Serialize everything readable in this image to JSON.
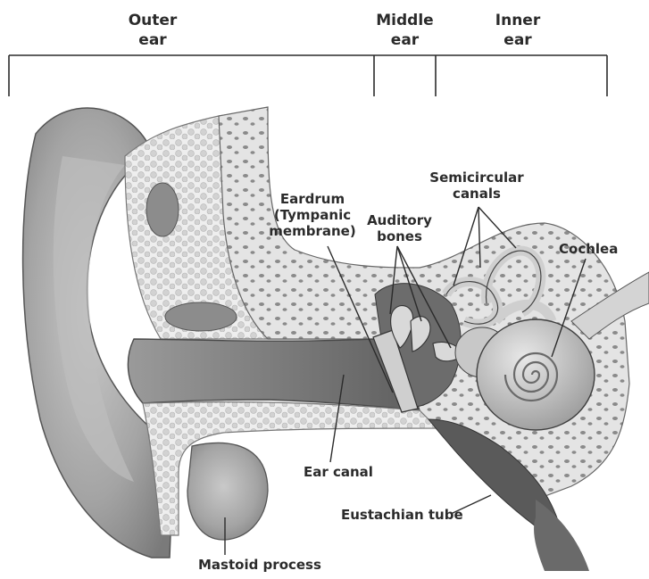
{
  "headers": {
    "outer": [
      "Outer",
      "ear"
    ],
    "middle": [
      "Middle",
      "ear"
    ],
    "inner": [
      "Inner",
      "ear"
    ]
  },
  "labels": {
    "eardrum": [
      "Eardrum",
      "(Tympanic",
      "membrane)"
    ],
    "auditory_bones": [
      "Auditory",
      "bones"
    ],
    "semicircular_canals": [
      "Semicircular",
      "canals"
    ],
    "cochlea": "Cochlea",
    "ear_canal": "Ear canal",
    "eustachian_tube": "Eustachian tube",
    "mastoid_process": "Mastoid process"
  },
  "colors": {
    "skin_light": "#d6d6d6",
    "skin_mid": "#a9a9a9",
    "skin_dark": "#6e6e6e",
    "bone": "#e6e6e6",
    "bone_hole": "#8f8f8f",
    "line": "#2b2b2b"
  }
}
